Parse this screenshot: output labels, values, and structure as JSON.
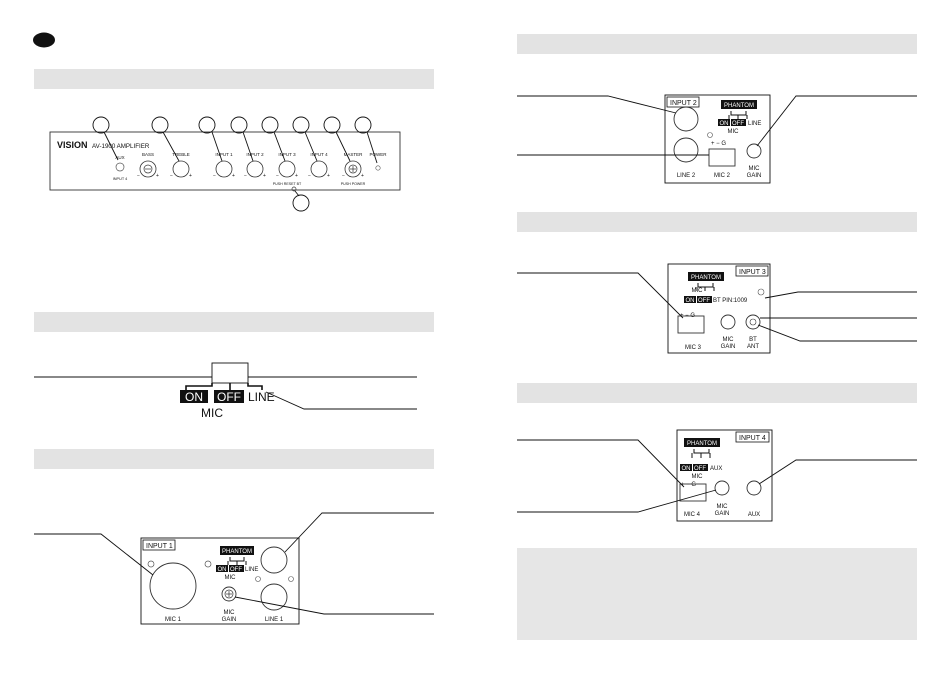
{
  "front_panel": {
    "brand": "VISION",
    "model": "AV-1900 AMPLIFIER",
    "aux": "AUX",
    "input4_small": "INPUT 4",
    "bass": "BASS",
    "treble": "TREBLE",
    "input1": "INPUT 1",
    "input2": "INPUT 2",
    "input3": "INPUT 3",
    "input4": "INPUT 4",
    "master": "MASTER",
    "power": "POWER",
    "push_reset_bt": "PUSH RESET BT",
    "push_power": "PUSH POWER",
    "minus": "−",
    "plus": "+"
  },
  "switch_detail": {
    "on": "ON",
    "off": "OFF",
    "line": "LINE",
    "mic": "MIC"
  },
  "panel_input1": {
    "title": "INPUT 1",
    "phantom": "PHANTOM",
    "on": "ON",
    "off": "OFF",
    "line": "LINE",
    "mic": "MIC",
    "mic1": "MIC 1",
    "mic_gain_1": "MIC",
    "mic_gain_2": "GAIN",
    "line1": "LINE 1"
  },
  "panel_input2": {
    "title": "INPUT 2",
    "phantom": "PHANTOM",
    "on": "ON",
    "off": "OFF",
    "line": "LINE",
    "mic": "MIC",
    "pins": "+  −  G",
    "line2": "LINE 2",
    "mic2": "MIC 2",
    "mic_gain_1": "MIC",
    "mic_gain_2": "GAIN"
  },
  "panel_input3": {
    "title": "INPUT 3",
    "phantom": "PHANTOM",
    "on": "ON",
    "off": "OFF",
    "bt_pin": "BT PIN:1009",
    "mic": "MIC",
    "pins": "+  −  G",
    "mic3": "MIC 3",
    "mic_gain_1": "MIC",
    "mic_gain_2": "GAIN",
    "bt_ant_1": "BT",
    "bt_ant_2": "ANT"
  },
  "panel_input4": {
    "title": "INPUT 4",
    "phantom": "PHANTOM",
    "on": "ON",
    "off": "OFF",
    "aux_sw": "AUX",
    "mic": "MIC",
    "pins": "+  −  G",
    "mic4": "MIC 4",
    "mic_gain_1": "MIC",
    "mic_gain_2": "GAIN",
    "aux": "AUX"
  }
}
